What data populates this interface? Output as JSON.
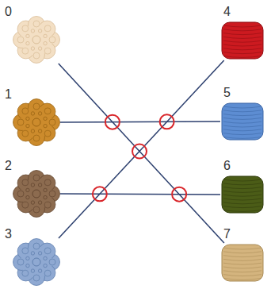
{
  "diagram": {
    "nodes": [
      {
        "text": [
          "0"
        ]
      },
      {
        "text": [
          "1"
        ]
      },
      {
        "text": [
          "2"
        ]
      },
      {
        "text": [
          "3"
        ]
      },
      {
        "text": [
          "4"
        ]
      },
      {
        "text": [
          "5"
        ]
      },
      {
        "text": [
          "6"
        ]
      },
      {
        "text": [
          "7"
        ]
      }
    ],
    "edges": [
      {
        "from": 0,
        "to": 7,
        "arrow": "none"
      },
      {
        "from": 1,
        "to": 5,
        "arrow": "none"
      },
      {
        "from": 2,
        "to": 6,
        "arrow": "none"
      },
      {
        "from": 3,
        "to": 4,
        "arrow": "none"
      }
    ]
  }
}
